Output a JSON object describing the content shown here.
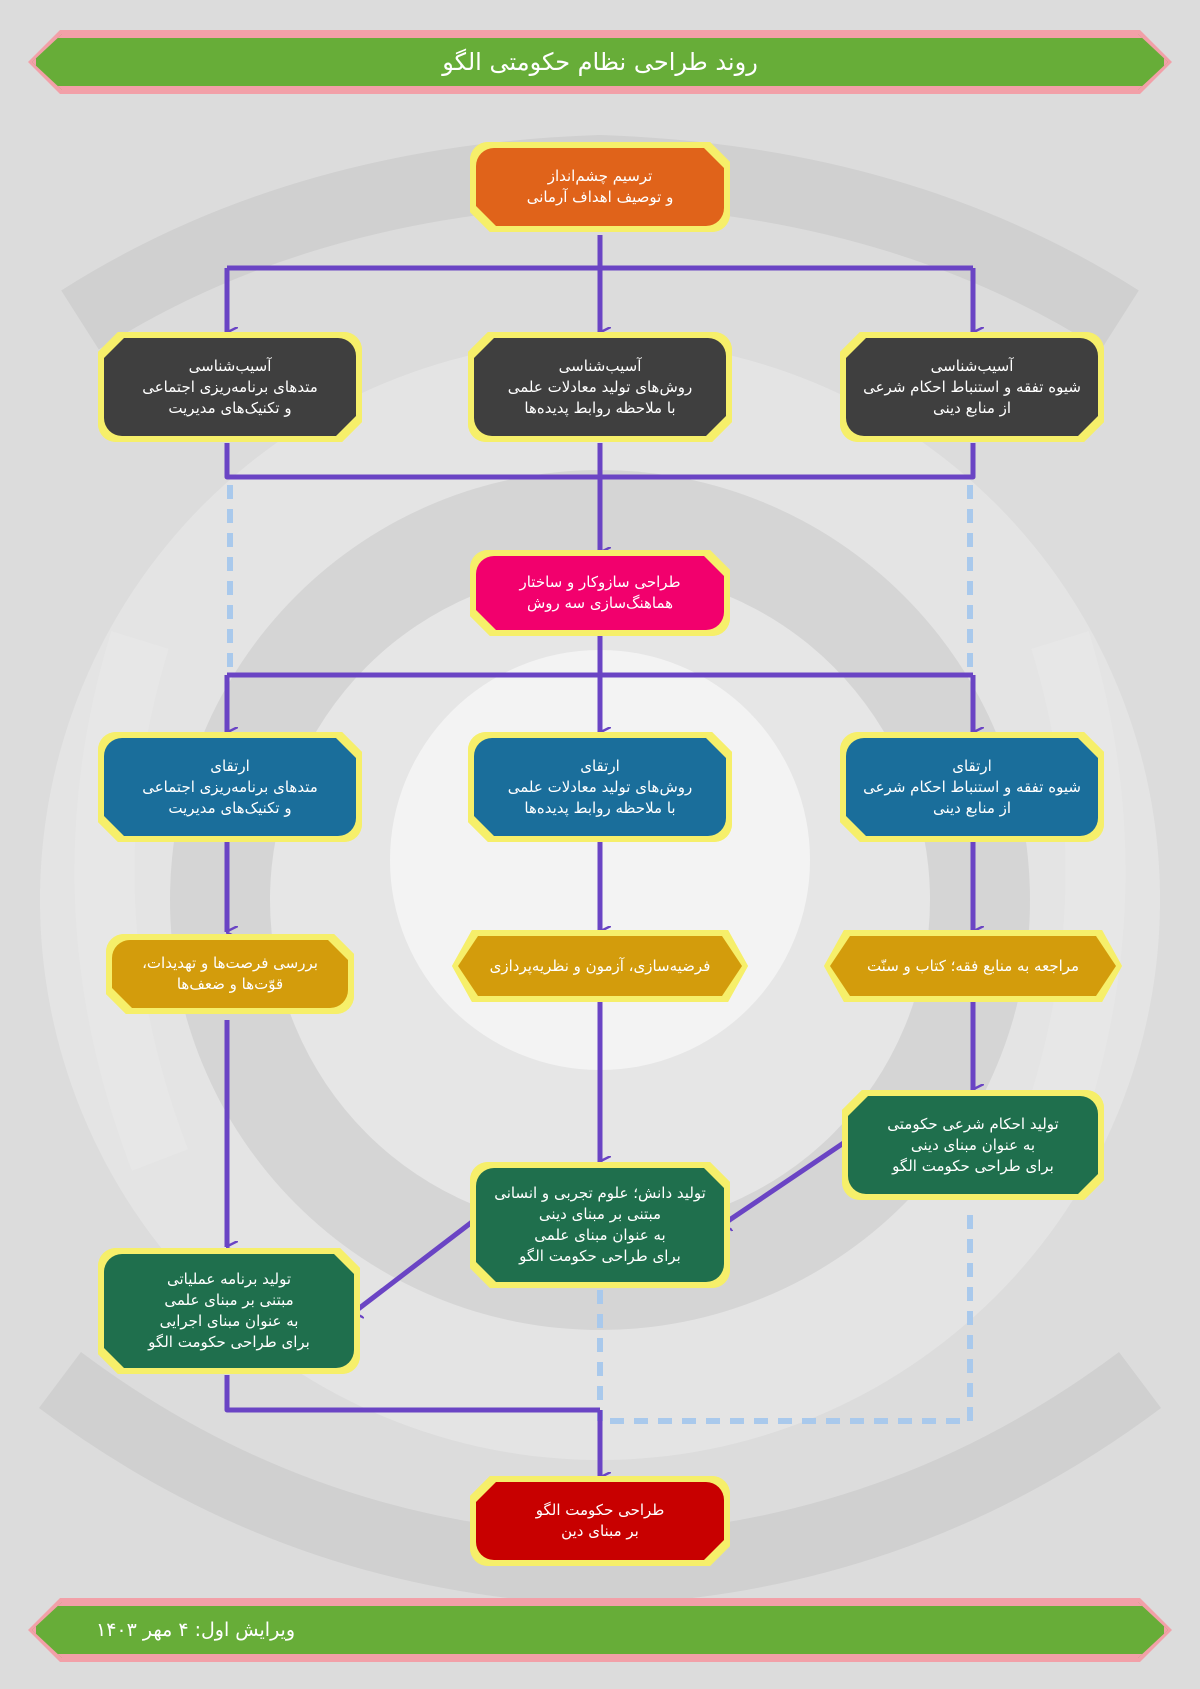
{
  "title": "روند طراحی نظام حکومتی الگو",
  "footer": "ویرایش اول: ۴ مهر ۱۴۰۳",
  "colors": {
    "banner": "#67ad38",
    "banner_border": "#f2a0a8",
    "connector": "#6a44c4",
    "dashed": "#a9c9ec",
    "halo": "#f6ef6a",
    "dark": "#3f3f3f",
    "blue": "#1a6e9b",
    "gold": "#d39c0c",
    "green": "#1f6f4d",
    "orange": "#e0631a",
    "pink": "#f2006d",
    "red": "#c80000"
  },
  "nodes": {
    "vision": {
      "lines": [
        "ترسیم چشم‌انداز",
        "و توصیف اهداف آرمانی"
      ]
    },
    "pathology_management": {
      "lines": [
        "آسیب‌شناسی",
        "متدهای برنامه‌ریزی اجتماعی",
        "و تکنیک‌های مدیریت"
      ]
    },
    "pathology_science": {
      "lines": [
        "آسیب‌شناسی",
        "روش‌های تولید معادلات علمی",
        "با ملاحظه روابط پدیده‌ها"
      ]
    },
    "pathology_jurisprudence": {
      "lines": [
        "آسیب‌شناسی",
        "شیوه تفقه و استنباط احکام شرعی",
        "از منابع دینی"
      ]
    },
    "coordination": {
      "lines": [
        "طراحی سازوکار و ساختار",
        "هماهنگ‌سازی سه روش"
      ]
    },
    "improve_management": {
      "lines": [
        "ارتقای",
        "متدهای برنامه‌ریزی اجتماعی",
        "و تکنیک‌های مدیریت"
      ]
    },
    "improve_science": {
      "lines": [
        "ارتقای",
        "روش‌های تولید معادلات علمی",
        "با ملاحظه روابط پدیده‌ها"
      ]
    },
    "improve_jurisprudence": {
      "lines": [
        "ارتقای",
        "شیوه تفقه و استنباط احکام شرعی",
        "از منابع دینی"
      ]
    },
    "swot": {
      "lines": [
        "بررسی فرصت‌ها و تهدیدات،",
        "قوّت‌ها و ضعف‌ها"
      ]
    },
    "hypothesis": {
      "lines": [
        "فرضیه‌سازی، آزمون و نظریه‌پردازی"
      ]
    },
    "sources": {
      "lines": [
        "مراجعه به منابع فقه؛ کتاب و سنّت"
      ]
    },
    "rulings": {
      "lines": [
        "تولید احکام شرعی حکومتی",
        "به عنوان مبنای دینی",
        "برای طراحی حکومت الگو"
      ]
    },
    "knowledge": {
      "lines": [
        "تولید دانش؛ علوم تجربی و انسانی",
        "مبتنی بر مبنای دینی",
        "به عنوان مبنای علمی",
        "برای طراحی حکومت الگو"
      ]
    },
    "operational_plan": {
      "lines": [
        "تولید برنامه عملیاتی",
        "مبتنی بر مبنای علمی",
        "به عنوان مبنای اجرایی",
        "برای طراحی حکومت الگو"
      ]
    },
    "final": {
      "lines": [
        "طراحی حکومت الگو",
        "بر مبنای دین"
      ]
    }
  }
}
